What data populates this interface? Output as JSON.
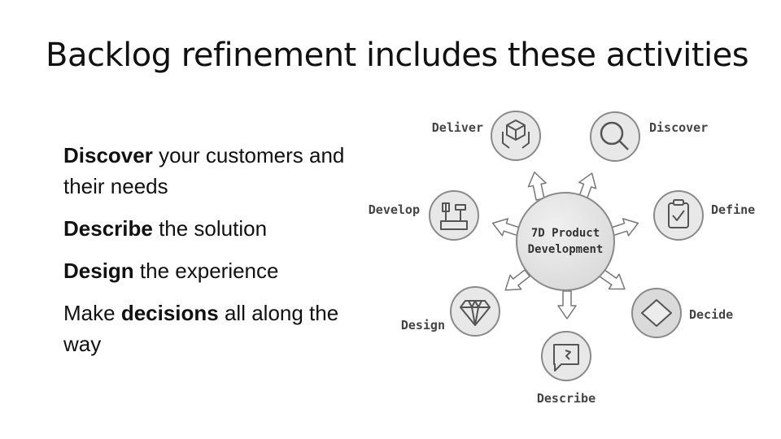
{
  "slide": {
    "title": "Backlog refinement includes these activities",
    "bullets": [
      {
        "pre": "",
        "bold": "Discover",
        "post": " your customers and their needs"
      },
      {
        "pre": "",
        "bold": "Describe",
        "post": " the solution"
      },
      {
        "pre": "",
        "bold": "Design",
        "post": " the experience"
      },
      {
        "pre": "Make ",
        "bold": "decisions",
        "post": " all along the way"
      }
    ]
  },
  "diagram": {
    "center": {
      "line1": "7D Product",
      "line2": "Development"
    },
    "nodes": [
      {
        "label": "Deliver",
        "icon": "box-in-hands-icon"
      },
      {
        "label": "Discover",
        "icon": "magnifier-icon"
      },
      {
        "label": "Define",
        "icon": "clipboard-check-icon"
      },
      {
        "label": "Decide",
        "icon": "diamond-icon"
      },
      {
        "label": "Describe",
        "icon": "speech-bubble-icon"
      },
      {
        "label": "Design",
        "icon": "gem-icon"
      },
      {
        "label": "Develop",
        "icon": "tools-icon"
      }
    ],
    "colors": {
      "circle_fill": "#e4e4e4",
      "circle_stroke": "#8a8a8a",
      "icon_stroke": "#555555",
      "arrow_fill": "#ffffff",
      "arrow_stroke": "#777777"
    }
  }
}
